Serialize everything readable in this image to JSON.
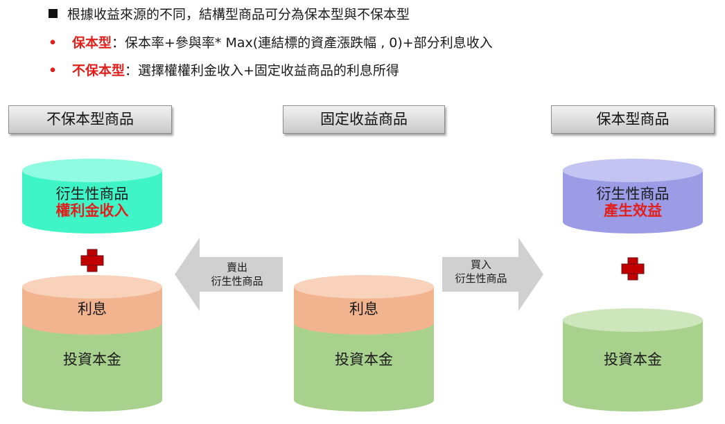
{
  "bullets": {
    "intro": "根據收益來源的不同，結構型商品可分為保本型與不保本型",
    "pp_term": "保本型",
    "pp_desc": "：保本率+參與率* Max(連結標的資產漲跌幅 , 0)+部分利息收入",
    "npp_term": "不保本型",
    "npp_desc": "：選擇權權利金收入+固定收益商品的利息所得",
    "dot": "•"
  },
  "headers": {
    "left": "不保本型商品",
    "center": "固定收益商品",
    "right": "保本型商品"
  },
  "left_column": {
    "top_line1": "衍生性商品",
    "top_line2": "權利金收入",
    "interest": "利息",
    "principal": "投資本金"
  },
  "center_column": {
    "interest": "利息",
    "principal": "投資本金"
  },
  "right_column": {
    "top_line1": "衍生性商品",
    "top_line2": "產生效益",
    "principal": "投資本金"
  },
  "arrows": {
    "left_line1": "賣出",
    "left_line2": "衍生性商品",
    "right_line1": "買入",
    "right_line2": "衍生性商品"
  },
  "colors": {
    "accent_red": "#e0201c",
    "cyan_cylinder": "#3ff5c8",
    "purple_cylinder": "#9b9be6",
    "interest_orange": "#f2b38f",
    "principal_green": "#a9d18e",
    "arrow_gray": "#d0d0d0",
    "plus_red": "#c00000"
  }
}
